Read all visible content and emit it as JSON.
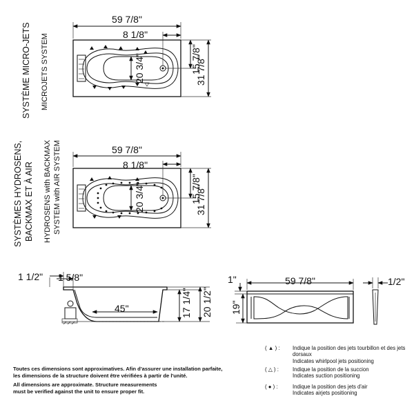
{
  "views": {
    "microjets": {
      "label_fr": "SYSTÈME MICRO-JETS",
      "label_en": "MICROJETS SYSTEM",
      "length": "59 7/8\"",
      "drain_offset": "8 1/8\"",
      "half_width": "15 7/8\"",
      "width": "31 7/8\"",
      "inner_width": "20 3/4\""
    },
    "hydrosens": {
      "label_fr_1": "SYSTÈMES HYDROSENS,",
      "label_fr_2": "BACKMAX ET À AIR",
      "label_en_1": "HYDROSENS with BACKMAX",
      "label_en_2": "SYSTEM with AIR SYSTEM",
      "length": "59 7/8\"",
      "drain_offset": "8 1/8\"",
      "half_width": "15 7/8\"",
      "width": "31 7/8\"",
      "inner_width": "20 3/4\""
    },
    "side": {
      "rim_left": "1 1/2\"",
      "rim_drop": "1 5/8\"",
      "floor_length": "45\"",
      "inner_height": "17 1/4\"",
      "height": "20 1/2\""
    },
    "front": {
      "top": "1\"",
      "length": "59 7/8\"",
      "panel_depth": "1/2\"",
      "height": "19\""
    }
  },
  "notes": {
    "fr_1": "Toutes ces dimensions sont approximatives. Afin d'assurer une installation parfaite,",
    "fr_2": "les dimensions de la structure doivent être vérifiées à partir de l'unité.",
    "en_1": "All dimensions are approximate. Structure measurements",
    "en_2": "must be verified against the unit to ensure proper fit."
  },
  "legend": [
    {
      "symbol": "( ▲ ) :",
      "text": "Indique la position des jets tourbillon et des jets dorsaux",
      "text_en": "Indicates whirlpool jets positioning"
    },
    {
      "symbol": "( △ ) :",
      "text": "Indique la position de la succion",
      "text_en": "Indicates suction positioning"
    },
    {
      "symbol": "( ● ) :",
      "text": "Indique la position des jets d'air",
      "text_en": "Indicates airjets positioning"
    }
  ]
}
